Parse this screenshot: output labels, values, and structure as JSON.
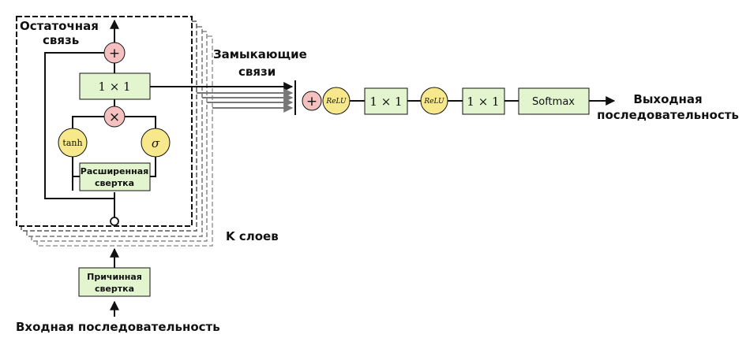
{
  "labels": {
    "residual": [
      "Остаточная",
      "связь"
    ],
    "skip": [
      "Замыкающие",
      "связи"
    ],
    "k_layers": "K слоев",
    "input_seq": "Входная последовательность",
    "output_seq": [
      "Выходная",
      "последовательность"
    ]
  },
  "blocks": {
    "conv1x1": "1 × 1",
    "dilated": [
      "Расширенная",
      "свертка"
    ],
    "causal": [
      "Причинная",
      "свертка"
    ],
    "softmax": "Softmax"
  },
  "ops": {
    "plus": "+",
    "times": "×",
    "tanh": "tanh",
    "sigma": "σ",
    "relu": "ReLU"
  }
}
